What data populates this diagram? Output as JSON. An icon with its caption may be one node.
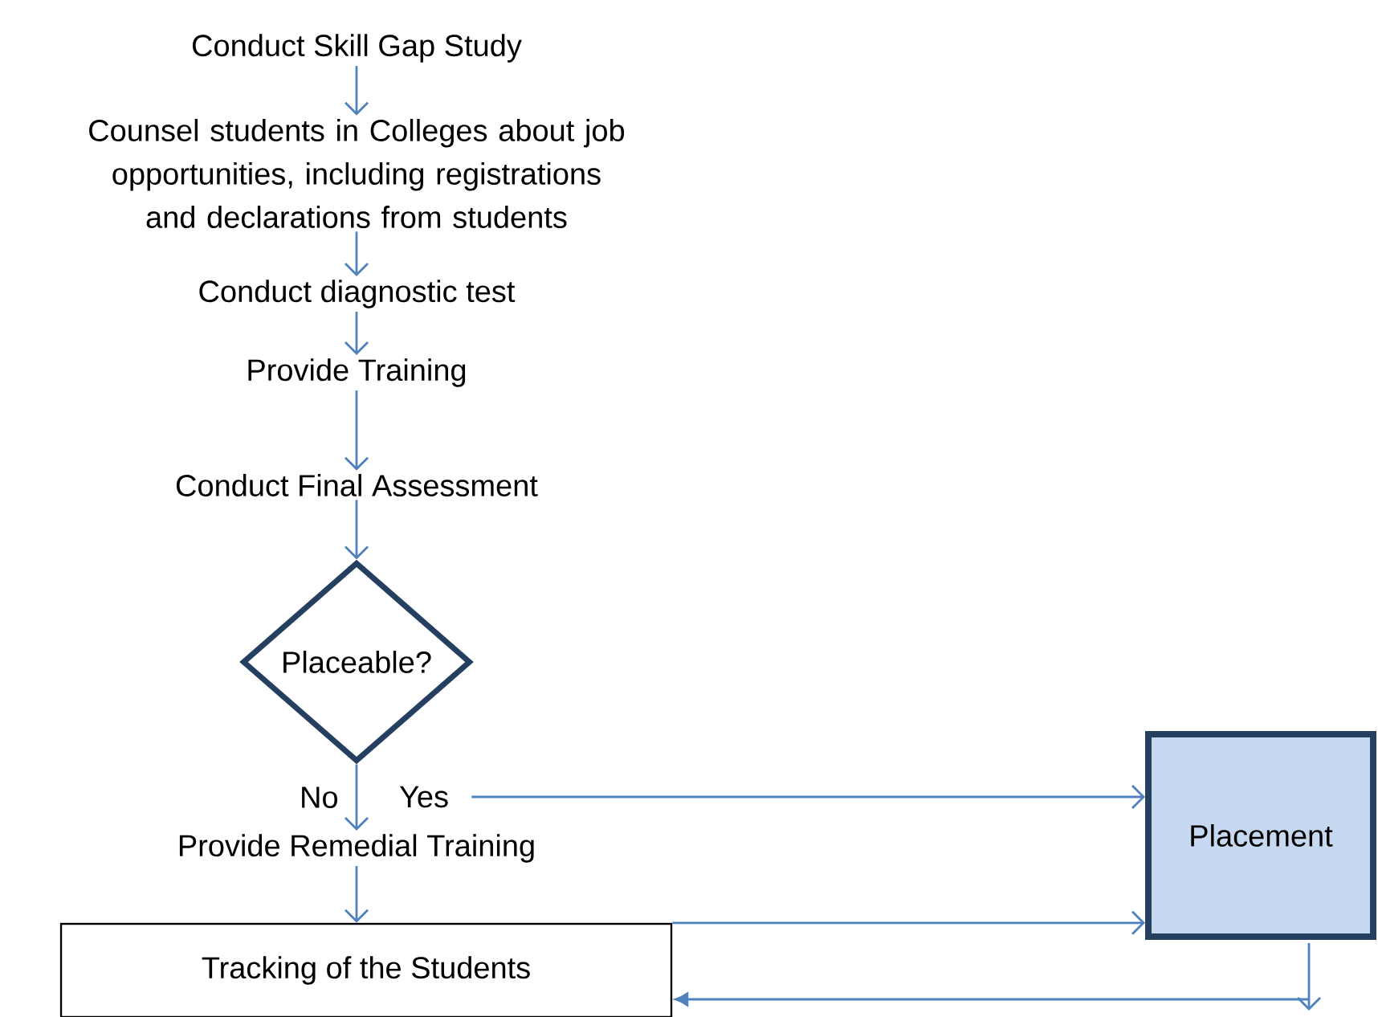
{
  "diagram": {
    "nodes": [
      {
        "text": [
          "Conduct Skill Gap Study"
        ]
      },
      {
        "text": [
          "Counsel students in Colleges about job opportunities, including registrations and declarations from students"
        ]
      },
      {
        "text": [
          "Conduct diagnostic test"
        ]
      },
      {
        "text": [
          "Provide Training"
        ]
      },
      {
        "text": [
          "Conduct Final Assessment"
        ]
      },
      {
        "text": [
          "Placeable?"
        ]
      },
      {
        "text": [
          "Yes"
        ]
      },
      {
        "text": [
          "Provide Remedial Training"
        ]
      },
      {
        "text": [
          "Tracking of the Students"
        ]
      },
      {
        "text": [
          "Placement"
        ]
      }
    ],
    "edges": [
      {
        "from": 0,
        "to": 1,
        "arrow": "to"
      },
      {
        "from": 1,
        "to": 2,
        "arrow": "to"
      },
      {
        "from": 2,
        "to": 3,
        "arrow": "to"
      },
      {
        "from": 3,
        "to": 4,
        "arrow": "to"
      },
      {
        "from": 4,
        "to": 5,
        "arrow": "to"
      },
      {
        "from": 5,
        "to": 7,
        "arrow": "to",
        "label": "No"
      },
      {
        "from": 6,
        "to": 9,
        "arrow": "to"
      },
      {
        "from": 7,
        "to": 8,
        "arrow": "to"
      },
      {
        "from": 8,
        "to": 9,
        "arrow": "to"
      },
      {
        "from": 9,
        "to": null,
        "arrow": "to"
      },
      {
        "from": null,
        "to": 8,
        "arrow": "to"
      }
    ]
  }
}
